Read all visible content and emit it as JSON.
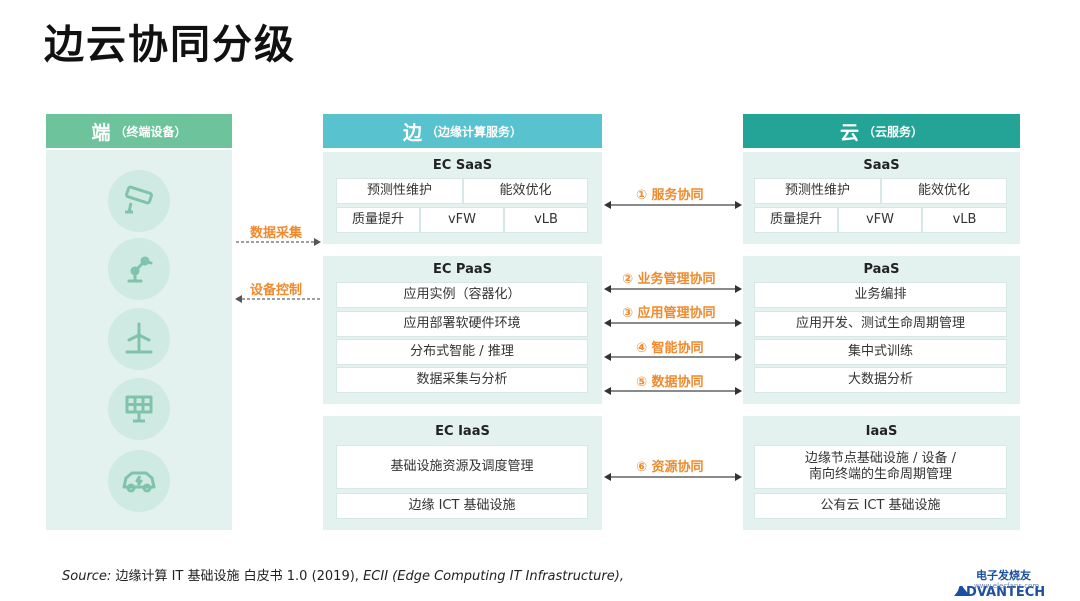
{
  "title": "边云协同分级",
  "columns": {
    "device": {
      "big": "端",
      "small": "（终端设备）"
    },
    "edge": {
      "big": "边",
      "small": "（边缘计算服务）"
    },
    "cloud": {
      "big": "云",
      "small": "（云服务）"
    }
  },
  "device_icons": [
    "camera-icon",
    "robot-arm-icon",
    "wind-turbine-icon",
    "solar-panel-icon",
    "electric-car-icon"
  ],
  "device_links": {
    "collect": "数据采集",
    "control": "设备控制"
  },
  "edge": {
    "saas": {
      "title": "EC SaaS",
      "row1": [
        "预测性维护",
        "能效优化"
      ],
      "row2": [
        "质量提升",
        "vFW",
        "vLB"
      ]
    },
    "paas": {
      "title": "EC PaaS",
      "items": [
        "应用实例（容器化）",
        "应用部署软硬件环境",
        "分布式智能 / 推理",
        "数据采集与分析"
      ]
    },
    "iaas": {
      "title": "EC IaaS",
      "items": [
        "基础设施资源及调度管理",
        "边缘 ICT 基础设施"
      ]
    }
  },
  "cloud": {
    "saas": {
      "title": "SaaS",
      "row1": [
        "预测性维护",
        "能效优化"
      ],
      "row2": [
        "质量提升",
        "vFW",
        "vLB"
      ]
    },
    "paas": {
      "title": "PaaS",
      "items": [
        "业务编排",
        "应用开发、测试生命周期管理",
        "集中式训练",
        "大数据分析"
      ]
    },
    "iaas": {
      "title": "IaaS",
      "items": [
        "边缘节点基础设施 / 设备 /",
        "南向终端的生命周期管理",
        "公有云 ICT 基础设施"
      ]
    }
  },
  "collaboration": [
    "① 服务协同",
    "② 业务管理协同",
    "③ 应用管理协同",
    "④ 智能协同",
    "⑤ 数据协同",
    "⑥ 资源协同"
  ],
  "source": {
    "label": "Source:",
    "text": " 边缘计算 IT 基础设施 白皮书 1.0  (2019), ",
    "italic": "ECII (Edge Computing IT Infrastructure),"
  },
  "logo": {
    "top": "电子发烧友",
    "bottom": "ADVANTECH",
    "url": "www.elecfans.com"
  },
  "colors": {
    "device_head": "#6cc39c",
    "edge_head": "#58c3cf",
    "cloud_head": "#23a496",
    "panel": "#e3f1ef",
    "orange": "#f08a2c"
  }
}
